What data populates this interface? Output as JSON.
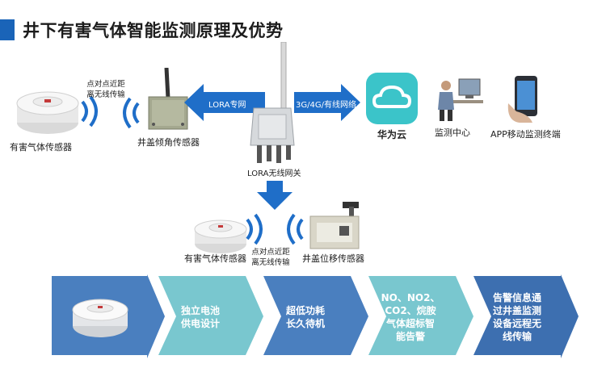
{
  "header": {
    "title": "井下有害气体智能监测原理及优势"
  },
  "diagram": {
    "top_row": {
      "gas_sensor_label": "有害气体传感器",
      "p2p_label_line1": "点对点近距",
      "p2p_label_line2": "离无线传输",
      "tilt_sensor_label": "井盖倾角传感器",
      "lora_link_label": "LORA专网",
      "gateway_label": "LORA无线网关",
      "network_link_label": "3G/4G/有线网络",
      "cloud_label": "华为云",
      "monitor_label": "监测中心",
      "app_label": "APP移动监测终端"
    },
    "bottom_row": {
      "gas_sensor_label": "有害气体传感器",
      "p2p_label_line1": "点对点近距",
      "p2p_label_line2": "离无线传输",
      "displacement_sensor_label": "井盖位移传感器"
    },
    "advantages": [
      {
        "lines": [
          "独立电池",
          "供电设计"
        ]
      },
      {
        "lines": [
          "超低功耗",
          "长久待机"
        ]
      },
      {
        "lines": [
          "NO、NO2、",
          "CO2、烷胺",
          "气体超标智",
          "能告警"
        ]
      },
      {
        "lines": [
          "告警信息通",
          "过井盖监测",
          "设备远程无",
          "线传输"
        ]
      }
    ]
  },
  "colors": {
    "title_accent": "#1a64b8",
    "arrow_blue": "#1f6ec8",
    "step_dark": "#4a7fbf",
    "step_teal": "#79c7cf",
    "cloud_teal": "#3bc4c9"
  }
}
